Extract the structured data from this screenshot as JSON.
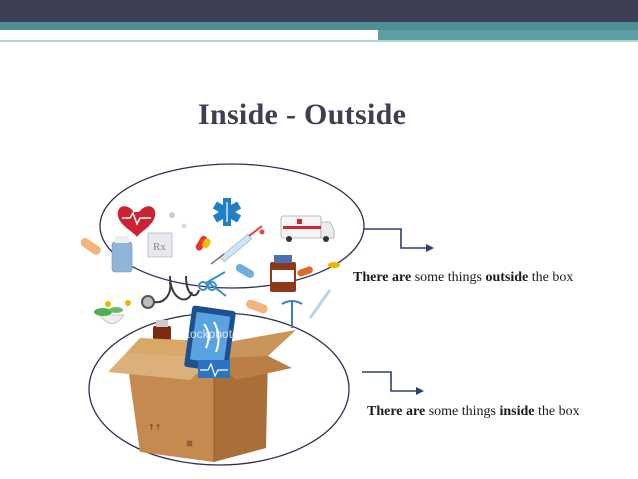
{
  "slide": {
    "title": "Inside - Outside",
    "watermark": "iStockphoto"
  },
  "captions": {
    "outside": {
      "bold_1": "There are",
      "mid": " some things ",
      "bold_2": "outside",
      "end": " the box"
    },
    "inside": {
      "bold_1": "There are",
      "mid": " some things ",
      "bold_2": "inside",
      "end": " the box"
    }
  },
  "colors": {
    "header_dark": "#3e3e54",
    "header_teal": "#4f8f93",
    "ellipse_stroke": "#2f2f55",
    "arrow": "#2f3f6f",
    "box": "#c79458"
  },
  "icons": [
    "heart-icon",
    "star-of-life-icon",
    "ambulance-icon",
    "pill-capsule-icon",
    "syringe-icon",
    "medicine-bottle-icon",
    "stethoscope-icon",
    "cardboard-box-icon",
    "x-ray-tablet-icon"
  ]
}
